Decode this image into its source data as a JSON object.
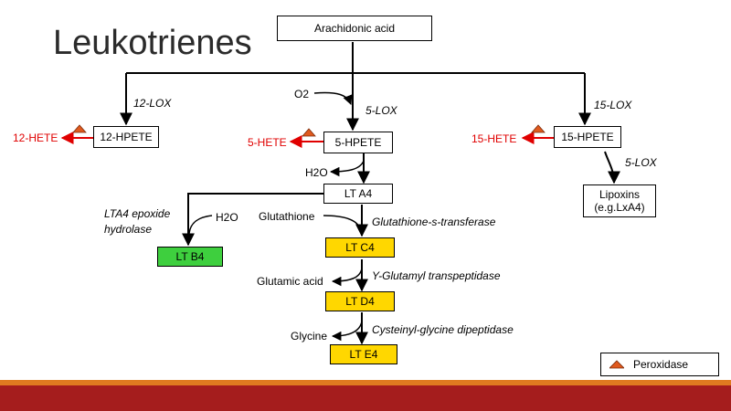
{
  "title": "Leukotrienes",
  "nodes": {
    "arachidonic": "Arachidonic acid",
    "hpete12": "12-HPETE",
    "hpete5": "5-HPETE",
    "hpete15": "15-HPETE",
    "lta4": "LT A4",
    "ltb4": "LT B4",
    "ltc4": "LT C4",
    "ltd4": "LT D4",
    "lte4": "LT E4",
    "lipoxins": "Lipoxins (e.g.LxA4)"
  },
  "enzymes": {
    "lox12": "12-LOX",
    "lox5": "5-LOX",
    "lox15": "15-LOX",
    "lox5b": "5-LOX",
    "lta4_hydrolase": "LTA4 epoxide hydrolase",
    "gst": "Glutathione-s-transferase",
    "ggt": "Y-Glutamyl transpeptidase",
    "cgd": "Cysteinyl-glycine dipeptidase"
  },
  "reactants": {
    "o2": "O2",
    "h2o_a": "H2O",
    "h2o_b": "H2O",
    "glutathione": "Glutathione",
    "glutamic": "Glutamic acid",
    "glycine": "Glycine"
  },
  "products": {
    "hete12": "12-HETE",
    "hete5": "5-HETE",
    "hete15": "15-HETE"
  },
  "legend": {
    "peroxidase": "Peroxidase"
  },
  "colors": {
    "red": "#e00000",
    "yellow": "#ffd700",
    "green": "#3ecf3e",
    "footer": "#a51d1d",
    "footer_stripe": "#e07a20",
    "peroxidase_icon": "#e05a1e"
  },
  "icons": {
    "peroxidase": "orange-triangle-icon"
  }
}
